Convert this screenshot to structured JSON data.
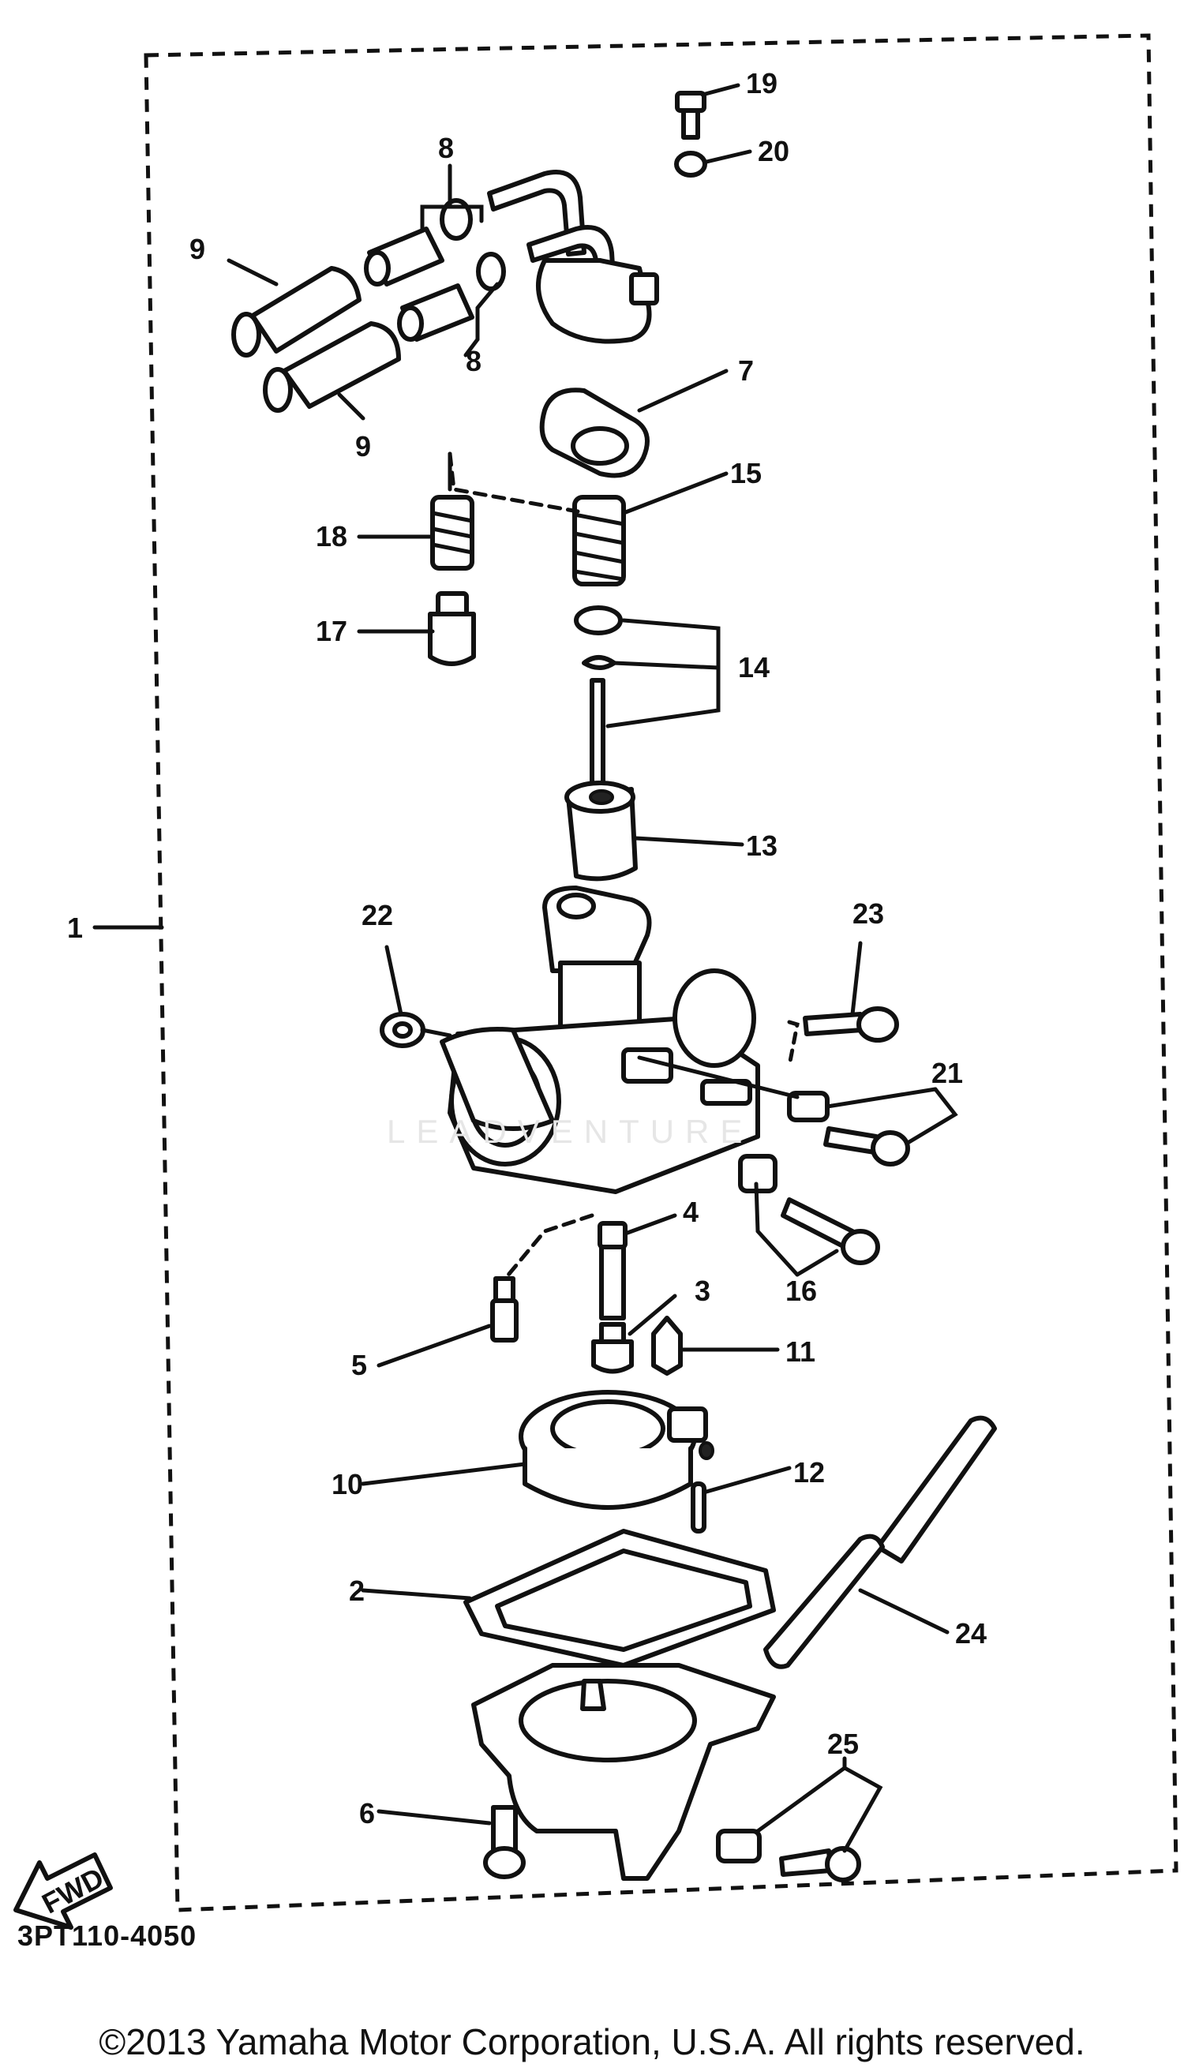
{
  "diagram": {
    "callouts": {
      "c1": "1",
      "c2": "2",
      "c3": "3",
      "c4": "4",
      "c5": "5",
      "c6": "6",
      "c7": "7",
      "c8a": "8",
      "c8b": "8",
      "c9a": "9",
      "c9b": "9",
      "c10": "10",
      "c11": "11",
      "c12": "12",
      "c13": "13",
      "c14": "14",
      "c15": "15",
      "c16": "16",
      "c17": "17",
      "c18": "18",
      "c19": "19",
      "c20": "20",
      "c21": "21",
      "c22": "22",
      "c23": "23",
      "c24": "24",
      "c25": "25"
    },
    "fwd_label": "FWD",
    "catalog_code": "3PT110-4050",
    "watermark": "LEADVENTURE"
  },
  "footer": {
    "copyright": "©2013 Yamaha Motor Corporation, U.S.A. All rights reserved."
  }
}
